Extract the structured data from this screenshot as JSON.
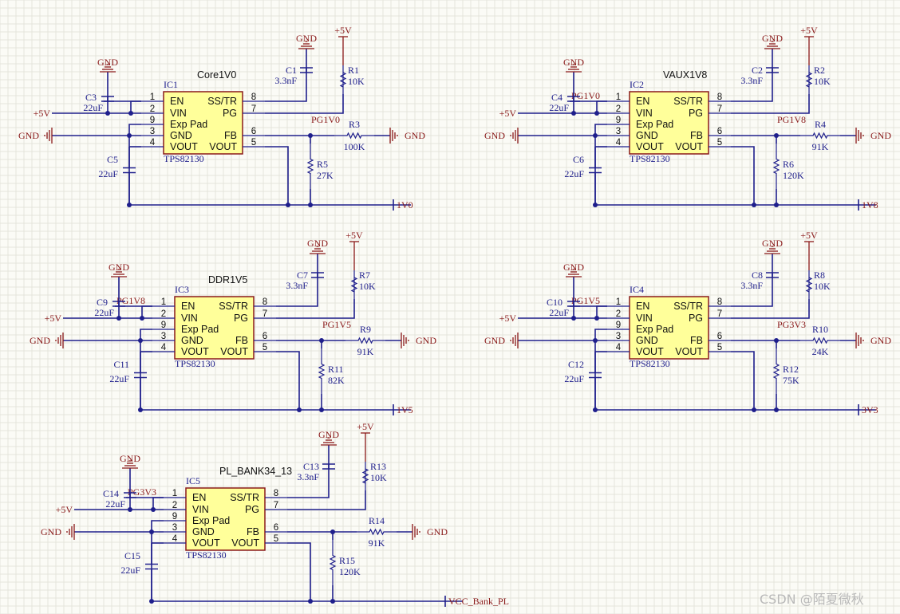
{
  "blocks": [
    {
      "ic": {
        "ref": "IC1",
        "part": "TPS82130",
        "net": "Core1V0"
      },
      "in_cap": {
        "ref": "C3",
        "value": "22uF"
      },
      "out_cap": {
        "ref": "C5",
        "value": "22uF"
      },
      "ss_cap": {
        "ref": "C1",
        "value": "3.3nF"
      },
      "pg_res": {
        "ref": "R1",
        "value": "10K"
      },
      "fb_top": {
        "ref": "R3",
        "value": "100K"
      },
      "fb_bot": {
        "ref": "R5",
        "value": "27K"
      },
      "en_net": "",
      "pg_net": "PG1V0",
      "vout_net": "1V0"
    },
    {
      "ic": {
        "ref": "IC2",
        "part": "TPS82130",
        "net": "VAUX1V8"
      },
      "in_cap": {
        "ref": "C4",
        "value": "22uF"
      },
      "out_cap": {
        "ref": "C6",
        "value": "22uF"
      },
      "ss_cap": {
        "ref": "C2",
        "value": "3.3nF"
      },
      "pg_res": {
        "ref": "R2",
        "value": "10K"
      },
      "fb_top": {
        "ref": "R4",
        "value": "91K"
      },
      "fb_bot": {
        "ref": "R6",
        "value": "120K"
      },
      "en_net": "PG1V0",
      "pg_net": "PG1V8",
      "vout_net": "1V8"
    },
    {
      "ic": {
        "ref": "IC3",
        "part": "TPS82130",
        "net": "DDR1V5"
      },
      "in_cap": {
        "ref": "C9",
        "value": "22uF"
      },
      "out_cap": {
        "ref": "C11",
        "value": "22uF"
      },
      "ss_cap": {
        "ref": "C7",
        "value": "3.3nF"
      },
      "pg_res": {
        "ref": "R7",
        "value": "10K"
      },
      "fb_top": {
        "ref": "R9",
        "value": "91K"
      },
      "fb_bot": {
        "ref": "R11",
        "value": "82K"
      },
      "en_net": "PG1V8",
      "pg_net": "PG1V5",
      "vout_net": "1V5"
    },
    {
      "ic": {
        "ref": "IC4",
        "part": "TPS82130",
        "net": ""
      },
      "in_cap": {
        "ref": "C10",
        "value": "22uF"
      },
      "out_cap": {
        "ref": "C12",
        "value": "22uF"
      },
      "ss_cap": {
        "ref": "C8",
        "value": "3.3nF"
      },
      "pg_res": {
        "ref": "R8",
        "value": "10K"
      },
      "fb_top": {
        "ref": "R10",
        "value": "24K"
      },
      "fb_bot": {
        "ref": "R12",
        "value": "75K"
      },
      "en_net": "PG1V5",
      "pg_net": "PG3V3",
      "vout_net": "3V3"
    },
    {
      "ic": {
        "ref": "IC5",
        "part": "TPS82130",
        "net": "PL_BANK34_13"
      },
      "in_cap": {
        "ref": "C14",
        "value": "22uF"
      },
      "out_cap": {
        "ref": "C15",
        "value": "22uF"
      },
      "ss_cap": {
        "ref": "C13",
        "value": "3.3nF"
      },
      "pg_res": {
        "ref": "R13",
        "value": "10K"
      },
      "fb_top": {
        "ref": "R14",
        "value": "91K"
      },
      "fb_bot": {
        "ref": "R15",
        "value": "120K"
      },
      "en_net": "PG3V3",
      "pg_net": "",
      "vout_net": "VCC_Bank_PL"
    }
  ],
  "pins": {
    "left": [
      {
        "num": "1",
        "name": "EN"
      },
      {
        "num": "2",
        "name": "VIN"
      },
      {
        "num": "9",
        "name": "Exp Pad"
      },
      {
        "num": "3",
        "name": "GND"
      },
      {
        "num": "4",
        "name": "VOUT"
      }
    ],
    "right": [
      {
        "num": "8",
        "name": "SS/TR"
      },
      {
        "num": "7",
        "name": "PG"
      },
      {
        "num": "6",
        "name": "FB"
      },
      {
        "num": "5",
        "name": "VOUT"
      }
    ]
  },
  "power": {
    "gnd": "GND",
    "supply": "+5V"
  },
  "watermark": "CSDN @陌夏微秋",
  "colors": {
    "background": "#fbfbf6",
    "wire": "#1f1f8c",
    "power": "#8a1a1a",
    "chip_fill": "#ffff9a",
    "grid": "#e4e4dc"
  }
}
